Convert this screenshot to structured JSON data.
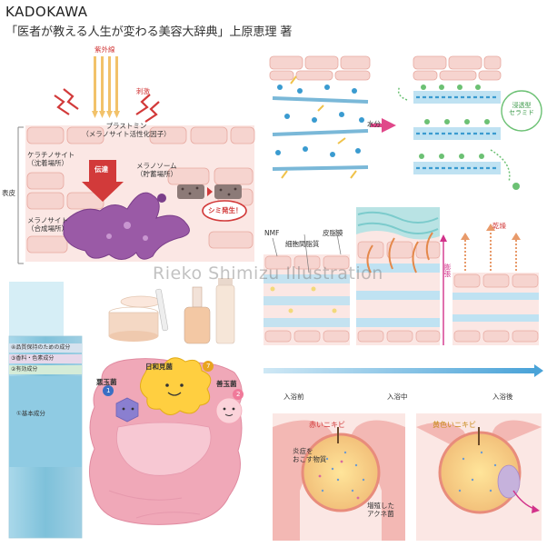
{
  "header": {
    "publisher": "KADOKAWA",
    "book_title": "「医者が教える人生が変わる美容大辞典」上原恵理 著"
  },
  "watermark": "Rieko Shimizu Illustration",
  "melanin_panel": {
    "uv": "紫外線",
    "stimulus": "刺激",
    "plastomin_1": "プラストミン",
    "plastomin_2": "（メラノサイト活性化因子）",
    "keratinocyte_1": "ケラチノサイト",
    "keratinocyte_2": "（沈着場所）",
    "transmit": "伝達",
    "melanosome_1": "メラノソーム",
    "melanosome_2": "（貯蓄場所）",
    "epidermis": "表皮",
    "melanocyte_1": "メラノサイト",
    "melanocyte_2": "（合成場所）",
    "spot": "シミ発生！"
  },
  "ceramide_panel": {
    "water": "水分",
    "ceramide_1": "浸透型",
    "ceramide_2": "セラミド"
  },
  "bath_panel": {
    "nmf": "NMF",
    "intercellular": "細胞間脂質",
    "sebum": "皮脂膜",
    "swelling": "膨張",
    "dry": "乾燥",
    "before": "入浴前",
    "during": "入浴中",
    "after": "入浴後"
  },
  "bottle_panel": {
    "items": [
      {
        "num": "④",
        "text": "品質保持のための成分"
      },
      {
        "num": "③",
        "text": "香料・色素成分"
      },
      {
        "num": "②",
        "text": "有効成分"
      },
      {
        "num": "①",
        "text": "基本成分"
      }
    ]
  },
  "gut_panel": {
    "opportunistic": "日和見菌",
    "bad": "悪玉菌",
    "good": "善玉菌",
    "num_bad": "1",
    "num_opp": "7",
    "num_good": "2"
  },
  "acne_panel": {
    "red_acne": "赤いニキビ",
    "yellow_acne": "黄色いニキビ",
    "inflam_1": "炎症を",
    "inflam_2": "おこす物質",
    "bacteria_1": "増殖した",
    "bacteria_2": "アクネ菌"
  },
  "colors": {
    "skin_pink": "#f3c9c4",
    "melanocyte_purple": "#9a5aa6",
    "water_blue": "#8fcbe6",
    "ceramide_green": "#6cc174",
    "bottle_blue": "#7ec1da",
    "gut_pink": "#f0a8b8",
    "accent_red": "#d23a3a"
  }
}
